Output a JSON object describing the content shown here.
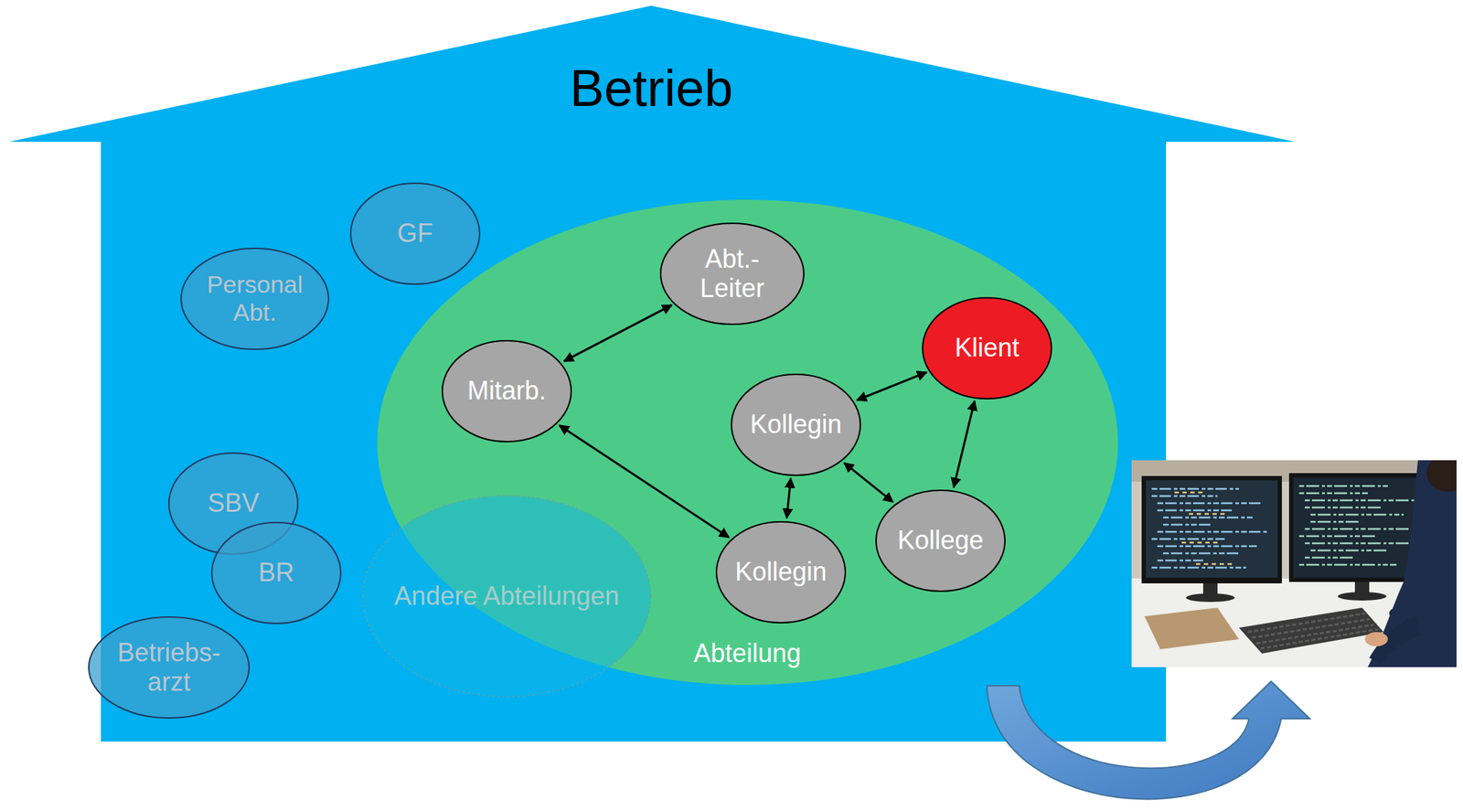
{
  "diagram": {
    "nodes": [
      {
        "text": [
          "Betrieb"
        ]
      },
      {
        "text": [
          "GF"
        ],
        "in": 0
      },
      {
        "text": [
          "Personal Abt."
        ],
        "in": 0
      },
      {
        "text": [
          "Abteilung"
        ],
        "in": 0
      },
      {
        "text": [
          "Abt.- Leiter"
        ],
        "in": 3
      },
      {
        "text": [
          "Klient"
        ],
        "in": 3
      },
      {
        "text": [
          "Mitarb."
        ],
        "in": 3
      },
      {
        "text": [
          "Kollegin"
        ],
        "in": 3
      },
      {
        "text": [
          "SBV"
        ],
        "in": 0
      },
      {
        "text": [
          "BR"
        ],
        "in": 0
      },
      {
        "text": [
          "Andere Abteilungen"
        ],
        "in": 0
      },
      {
        "text": [
          "Kollegin"
        ],
        "in": 3
      },
      {
        "text": [
          "Kollege"
        ],
        "in": 3
      },
      {
        "text": [
          "Betriebs- arzt"
        ],
        "in": 0
      }
    ],
    "edges": [
      {
        "from": 6,
        "to": 4,
        "arrow": "both"
      },
      {
        "from": 7,
        "to": 5,
        "arrow": "both"
      },
      {
        "from": 6,
        "to": 11,
        "arrow": "both"
      },
      {
        "from": 5,
        "to": 12,
        "arrow": "both"
      },
      {
        "from": 7,
        "to": 12,
        "arrow": "both"
      },
      {
        "from": 7,
        "to": 11,
        "arrow": "both"
      }
    ]
  }
}
